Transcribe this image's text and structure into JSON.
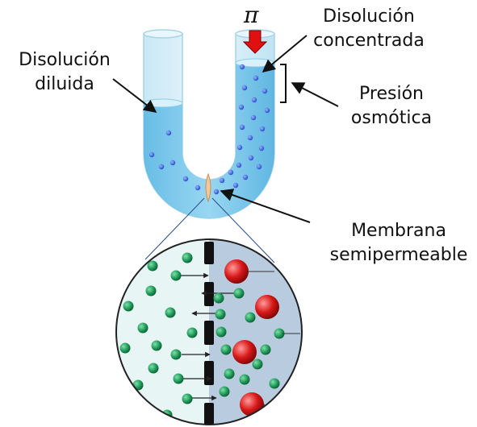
{
  "labels": {
    "pi": "π",
    "concentrada_1": "Disolución",
    "concentrada_2": "concentrada",
    "diluida_1": "Disolución",
    "diluida_2": "diluida",
    "presion_1": "Presión",
    "presion_2": "osmótica",
    "membrana_1": "Membrana",
    "membrana_2": "semipermeable"
  },
  "colors": {
    "tube_light": "#d6eef8",
    "liquid": "#6ec3ea",
    "particle_blue": "#2f5fd8",
    "arrow_red": "#e01010",
    "water_green": "#1f9a5a",
    "solute_red": "#d81818",
    "left_zone": "#e8f5f5",
    "right_zone": "#b9ccdf"
  }
}
